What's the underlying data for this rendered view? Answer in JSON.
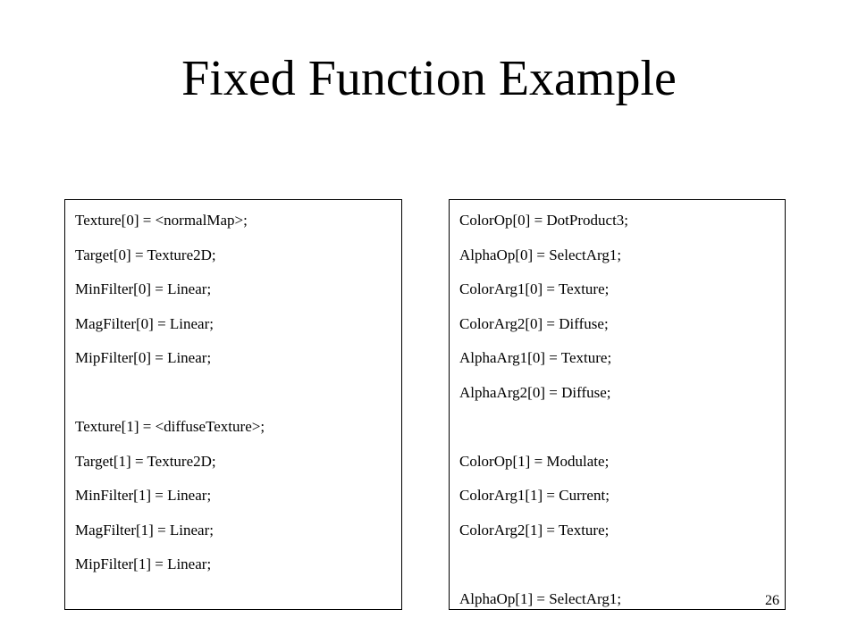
{
  "title": "Fixed Function Example",
  "left_box": {
    "lines": [
      "Texture[0] = <normalMap>;",
      "Target[0] = Texture2D;",
      "MinFilter[0] = Linear;",
      "MagFilter[0] = Linear;",
      "MipFilter[0] = Linear;",
      "",
      "Texture[1] = <diffuseTexture>;",
      "Target[1] = Texture2D;",
      "MinFilter[1] = Linear;",
      "MagFilter[1] = Linear;",
      "MipFilter[1] = Linear;"
    ]
  },
  "right_box": {
    "lines": [
      "ColorOp[0] = DotProduct3;",
      "AlphaOp[0] = SelectArg1;",
      "ColorArg1[0] = Texture;",
      "ColorArg2[0] = Diffuse;",
      "AlphaArg1[0] = Texture;",
      "AlphaArg2[0] = Diffuse;",
      "",
      "ColorOp[1] = Modulate;",
      "ColorArg1[1] = Current;",
      "ColorArg2[1] = Texture;",
      "",
      "AlphaOp[1] = SelectArg1;"
    ]
  },
  "page_number": "26"
}
